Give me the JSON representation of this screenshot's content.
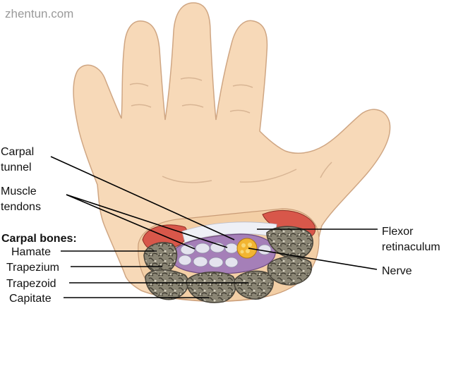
{
  "watermark": "zhentun.com",
  "labels": {
    "carpal_tunnel_line1": "Carpal",
    "carpal_tunnel_line2": "tunnel",
    "muscle_tendons_line1": "Muscle",
    "muscle_tendons_line2": "tendons",
    "carpal_bones_heading": "Carpal bones:",
    "hamate": "Hamate",
    "trapezium": "Trapezium",
    "trapezoid": "Trapezoid",
    "capitate": "Capitate",
    "flexor_line1": "Flexor",
    "flexor_line2": "retinaculum",
    "nerve": "Nerve"
  },
  "colors": {
    "skin": "#f7d9b8",
    "skin_outline": "#cfa683",
    "bone": "#7d7868",
    "bone_outline": "#4a463c",
    "muscle": "#d8574a",
    "tunnel": "#a57fb8",
    "tendon": "#e4e3ee",
    "nerve": "#f2b531",
    "ligament": "#eef0f6"
  }
}
